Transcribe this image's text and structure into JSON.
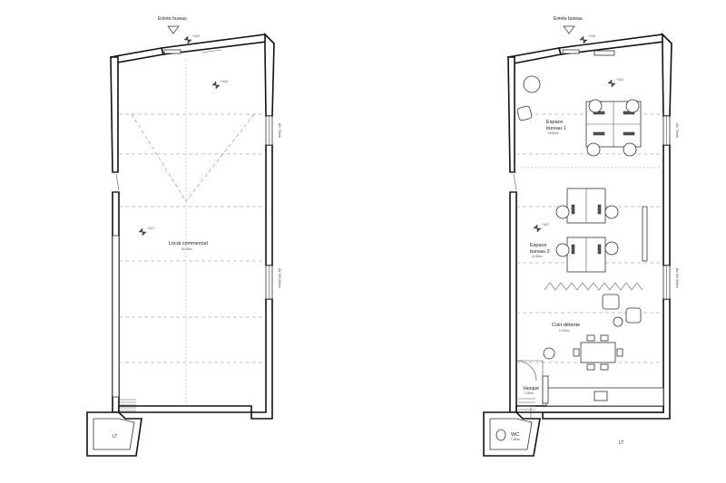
{
  "plan_left": {
    "entrance": "Entrée bureau",
    "level_entry": "+0,00",
    "level_2": "+0,02",
    "level_3": "+0,07",
    "room_name": "Local commercial",
    "room_area": "63.75m²",
    "window_top": "AV 75cm",
    "window_bottom": "AV 55-30cm",
    "lt": "LT"
  },
  "plan_right": {
    "entrance": "Entrée bureau",
    "level_entry": "+0,00",
    "level_2": "+0,02",
    "level_3": "+0,07",
    "space1_name_a": "Espace",
    "space1_name_b": "bureau 1",
    "space1_area": "15.50m²",
    "space2_name_a": "Espace",
    "space2_name_b": "bureau 2",
    "space2_area": "21.50m²",
    "lounge_name": "Coin détente",
    "lounge_area": "17.50m²",
    "vasque_name": "Vasque",
    "vasque_area": "1.30m²",
    "wc_name": "WC",
    "wc_area": "1.50m²",
    "window_top": "AV 75cm",
    "window_bottom": "AV 55-30cm",
    "lt": "LT"
  }
}
